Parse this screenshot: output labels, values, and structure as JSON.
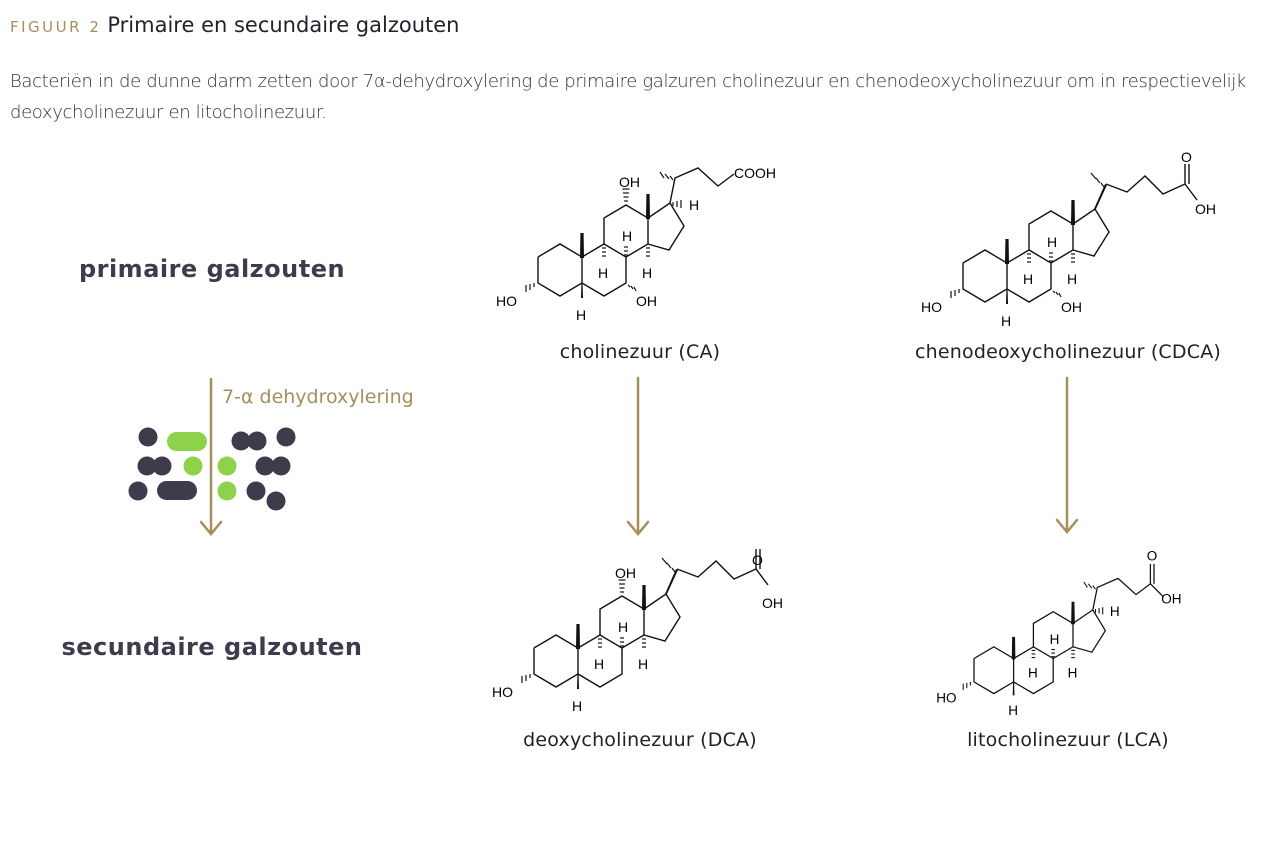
{
  "figure": {
    "label": "FIGUUR 2",
    "title": "Primaire en secundaire galzouten"
  },
  "intro": "Bacteriën in de dunne darm zetten door 7α-dehydroxylering de primaire galzuren cholinezuur en chenodeoxycholinezuur om in respectievelijk deoxycholinezuur en litocholinezuur.",
  "labels": {
    "primary": "primaire galzouten",
    "secondary": "secundaire galzouten"
  },
  "process": {
    "label": "7-α dehydroxylering"
  },
  "molecules": {
    "ca": {
      "name": "cholinezuur (CA)",
      "oh12": "OH",
      "h17": "H",
      "acid": "COOH",
      "h8": "H",
      "h9": "H",
      "h14": "H",
      "oh3": "HO",
      "oh7": "OH",
      "h5": "H"
    },
    "cdca": {
      "name": "chenodeoxycholinezuur (CDCA)",
      "acid_o": "O",
      "acid_oh": "OH",
      "h8": "H",
      "h9": "H",
      "h14": "H",
      "oh3": "HO",
      "oh7": "OH",
      "h5": "H"
    },
    "dca": {
      "name": "deoxycholinezuur (DCA)",
      "oh12": "OH",
      "acid_o": "O",
      "acid_oh": "OH",
      "h8": "H",
      "h9": "H",
      "h14": "H",
      "oh3": "HO",
      "h5": "H"
    },
    "lca": {
      "name": "litocholinezuur (LCA)",
      "acid_o": "O",
      "acid_oh": "OH",
      "h17": "H",
      "h8": "H",
      "h9": "H",
      "h14": "H",
      "oh3": "HO",
      "h5": "H"
    }
  },
  "colors": {
    "accent_gold": "#a68f5b",
    "label_dark": "#3f3b4c",
    "bacteria_dark": "#3f3b4c",
    "bacteria_green": "#8ed24b"
  }
}
